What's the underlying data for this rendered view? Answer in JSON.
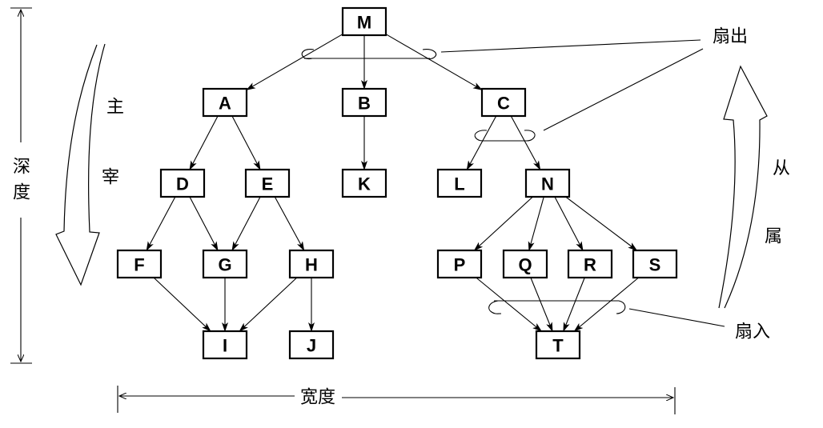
{
  "diagram": {
    "type": "module-hierarchy",
    "nodes": [
      {
        "id": "M",
        "label": "M"
      },
      {
        "id": "A",
        "label": "A"
      },
      {
        "id": "B",
        "label": "B"
      },
      {
        "id": "C",
        "label": "C"
      },
      {
        "id": "D",
        "label": "D"
      },
      {
        "id": "E",
        "label": "E"
      },
      {
        "id": "K",
        "label": "K"
      },
      {
        "id": "L",
        "label": "L"
      },
      {
        "id": "N",
        "label": "N"
      },
      {
        "id": "F",
        "label": "F"
      },
      {
        "id": "G",
        "label": "G"
      },
      {
        "id": "H",
        "label": "H"
      },
      {
        "id": "P",
        "label": "P"
      },
      {
        "id": "Q",
        "label": "Q"
      },
      {
        "id": "R",
        "label": "R"
      },
      {
        "id": "S",
        "label": "S"
      },
      {
        "id": "I",
        "label": "I"
      },
      {
        "id": "J",
        "label": "J"
      },
      {
        "id": "T",
        "label": "T"
      }
    ],
    "edges": [
      [
        "M",
        "A"
      ],
      [
        "M",
        "B"
      ],
      [
        "M",
        "C"
      ],
      [
        "A",
        "D"
      ],
      [
        "A",
        "E"
      ],
      [
        "B",
        "K"
      ],
      [
        "C",
        "L"
      ],
      [
        "C",
        "N"
      ],
      [
        "D",
        "F"
      ],
      [
        "D",
        "G"
      ],
      [
        "E",
        "G"
      ],
      [
        "E",
        "H"
      ],
      [
        "N",
        "P"
      ],
      [
        "N",
        "Q"
      ],
      [
        "N",
        "R"
      ],
      [
        "N",
        "S"
      ],
      [
        "F",
        "I"
      ],
      [
        "G",
        "I"
      ],
      [
        "H",
        "I"
      ],
      [
        "H",
        "J"
      ],
      [
        "P",
        "T"
      ],
      [
        "Q",
        "T"
      ],
      [
        "R",
        "T"
      ],
      [
        "S",
        "T"
      ]
    ],
    "labels": {
      "depth": "深度",
      "width": "宽度",
      "fan_out": "扇出",
      "fan_in": "扇入",
      "dominant_1": "主",
      "dominant_2": "宰",
      "subordinate_1": "从",
      "subordinate_2": "属"
    }
  }
}
